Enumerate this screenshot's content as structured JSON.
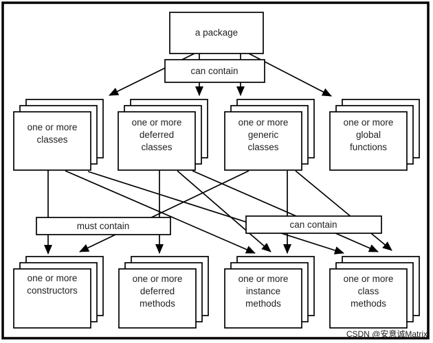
{
  "nodes": {
    "package": {
      "label": "a package"
    },
    "package_relation": {
      "label": "can contain"
    },
    "must_relation": {
      "label": "must contain"
    },
    "can_relation": {
      "label": "can contain"
    },
    "classes": {
      "lines": [
        "one or more",
        "classes"
      ]
    },
    "deferred_classes": {
      "lines": [
        "one or more",
        "deferred",
        "classes"
      ]
    },
    "generic_classes": {
      "lines": [
        "one or more",
        "generic",
        "classes"
      ]
    },
    "global_functions": {
      "lines": [
        "one or more",
        "global",
        "functions"
      ]
    },
    "constructors": {
      "lines": [
        "one or more",
        "constructors"
      ]
    },
    "deferred_methods": {
      "lines": [
        "one or more",
        "deferred",
        "methods"
      ]
    },
    "instance_methods": {
      "lines": [
        "one or more",
        "instance",
        "methods"
      ]
    },
    "class_methods": {
      "lines": [
        "one or more",
        "class",
        "methods"
      ]
    }
  },
  "edges": [
    {
      "from": "a package",
      "relation": "can contain",
      "to": "one or more classes"
    },
    {
      "from": "a package",
      "relation": "can contain",
      "to": "one or more deferred classes"
    },
    {
      "from": "a package",
      "relation": "can contain",
      "to": "one or more generic classes"
    },
    {
      "from": "a package",
      "relation": "can contain",
      "to": "one or more global functions"
    },
    {
      "from": "one or more classes",
      "relation": "must contain",
      "to": "one or more constructors"
    },
    {
      "from": "one or more deferred classes",
      "relation": "must contain",
      "to": "one or more deferred methods"
    },
    {
      "from": "one or more generic classes",
      "relation": "must contain",
      "to": "one or more constructors"
    },
    {
      "from": "one or more classes",
      "relation": "can contain",
      "to": "one or more instance methods"
    },
    {
      "from": "one or more classes",
      "relation": "can contain",
      "to": "one or more class methods"
    },
    {
      "from": "one or more deferred classes",
      "relation": "can contain",
      "to": "one or more instance methods"
    },
    {
      "from": "one or more deferred classes",
      "relation": "can contain",
      "to": "one or more class methods"
    },
    {
      "from": "one or more generic classes",
      "relation": "can contain",
      "to": "one or more instance methods"
    },
    {
      "from": "one or more generic classes",
      "relation": "can contain",
      "to": "one or more class methods"
    }
  ],
  "watermark": {
    "text": "CSDN @安意诚Matrix",
    "color": "#ccc3c3"
  },
  "colors": {
    "background": "#ffffff",
    "line": "#000000",
    "box_fill": "#ffffff",
    "text": "#1f1f1f",
    "border": "#000000"
  }
}
